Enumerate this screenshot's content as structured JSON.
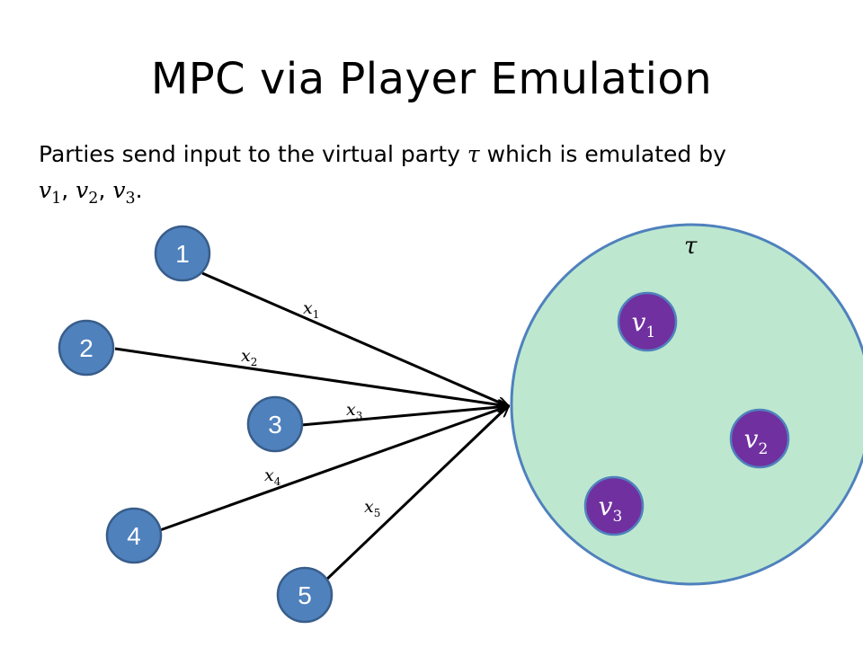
{
  "title": "MPC via Player Emulation",
  "subtitle": {
    "prefix": "Parties send input to the virtual party ",
    "tau": "τ",
    "middle": " which is emulated by",
    "line2": "v1, v2, v3.",
    "v1": "v",
    "v1_sub": "1",
    "v2": "v",
    "v2_sub": "2",
    "v3": "v",
    "v3_sub": "3",
    "sep": ", ",
    "end": "."
  },
  "colors": {
    "party_fill": "#4f81bd",
    "party_stroke": "#385d8a",
    "virtual_fill": "#bde8cf",
    "virtual_stroke": "#4f81bd",
    "emulator_fill": "#7030a0",
    "emulator_stroke": "#4f81bd",
    "arrow": "#000000"
  },
  "parties": [
    {
      "label": "1"
    },
    {
      "label": "2"
    },
    {
      "label": "3"
    },
    {
      "label": "4"
    },
    {
      "label": "5"
    }
  ],
  "inputs": [
    {
      "var": "x",
      "sub": "1"
    },
    {
      "var": "x",
      "sub": "2"
    },
    {
      "var": "x",
      "sub": "3"
    },
    {
      "var": "x",
      "sub": "4"
    },
    {
      "var": "x",
      "sub": "5"
    }
  ],
  "virtual_party": {
    "label": "τ"
  },
  "emulators": [
    {
      "var": "v",
      "sub": "1"
    },
    {
      "var": "v",
      "sub": "2"
    },
    {
      "var": "v",
      "sub": "3"
    }
  ]
}
